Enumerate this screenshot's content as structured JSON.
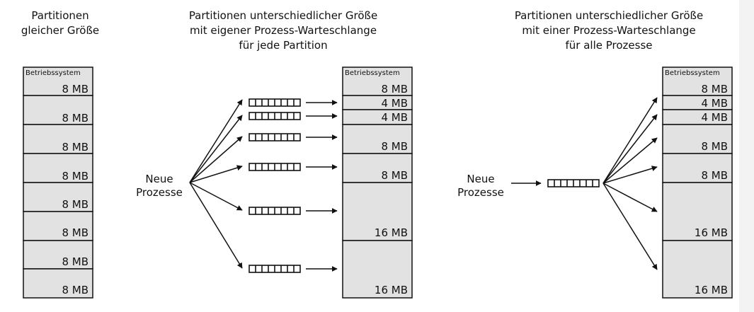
{
  "colors": {
    "cell_fill": "#e2e2e2",
    "stroke": "#111111",
    "background": "#ffffff"
  },
  "icons": {
    "queue": "queue-icon",
    "arrow": "arrow-icon"
  },
  "panels": [
    {
      "title": [
        "Partitionen",
        "gleicher Größe"
      ],
      "os_label": "Betriebssystem",
      "partitions": [
        "8 MB",
        "8 MB",
        "8 MB",
        "8 MB",
        "8 MB",
        "8 MB",
        "8 MB",
        "8 MB"
      ]
    },
    {
      "title": [
        "Partitionen unterschiedlicher Größe",
        "mit eigener Prozess-Warteschlange",
        "für jede Partition"
      ],
      "os_label": "Betriebssystem",
      "partitions": [
        "8 MB",
        "4 MB",
        "4 MB",
        "8 MB",
        "8 MB",
        "16 MB",
        "16 MB"
      ],
      "new_processes": [
        "Neue",
        "Prozesse"
      ]
    },
    {
      "title": [
        "Partitionen unterschiedlicher Größe",
        "mit einer Prozess-Warteschlange",
        "für alle Prozesse"
      ],
      "os_label": "Betriebssystem",
      "partitions": [
        "8 MB",
        "4 MB",
        "4 MB",
        "8 MB",
        "8 MB",
        "16 MB",
        "16 MB"
      ],
      "new_processes": [
        "Neue",
        "Prozesse"
      ]
    }
  ]
}
